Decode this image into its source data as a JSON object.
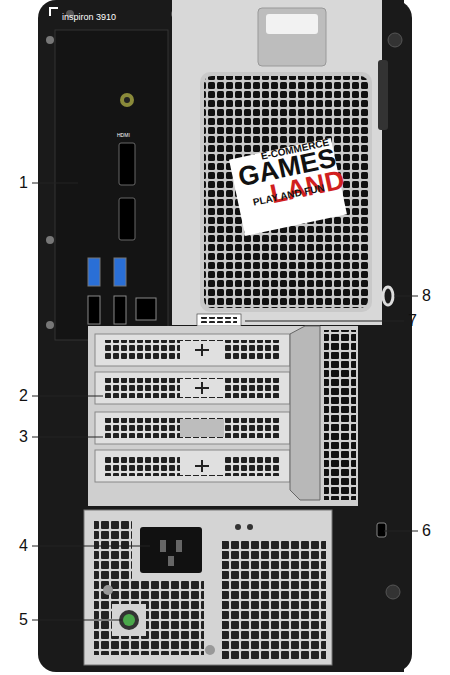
{
  "diagram": {
    "labels": [
      "inspiron 3910",
      "HDMI",
      "E-COMMERCE",
      "GAMES",
      "LAND",
      "PLAY AND FUN",
      "1",
      "2",
      "3",
      "4",
      "5",
      "6",
      "7",
      "8"
    ]
  }
}
